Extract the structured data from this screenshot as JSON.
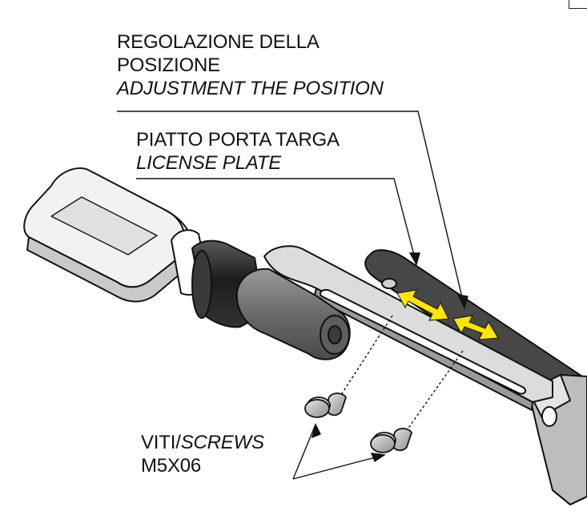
{
  "labels": {
    "adjustment": {
      "line1": "REGOLAZIONE DELLA",
      "line2": "POSIZIONE",
      "line3": "ADJUSTMENT THE POSITION"
    },
    "plate": {
      "line1": "PIATTO PORTA TARGA",
      "line2": "LICENSE PLATE"
    },
    "screws": {
      "line1_a": "VITI/",
      "line1_b": "SCREWS",
      "line2": "M5X06"
    }
  },
  "colors": {
    "arrow": "#ffe600",
    "outline": "#111111",
    "plate_dark": "#474747",
    "bracket_light": "#d9d9d9",
    "lens_dark": "#2a2a2a",
    "cone_grey": "#6f6f6f"
  }
}
